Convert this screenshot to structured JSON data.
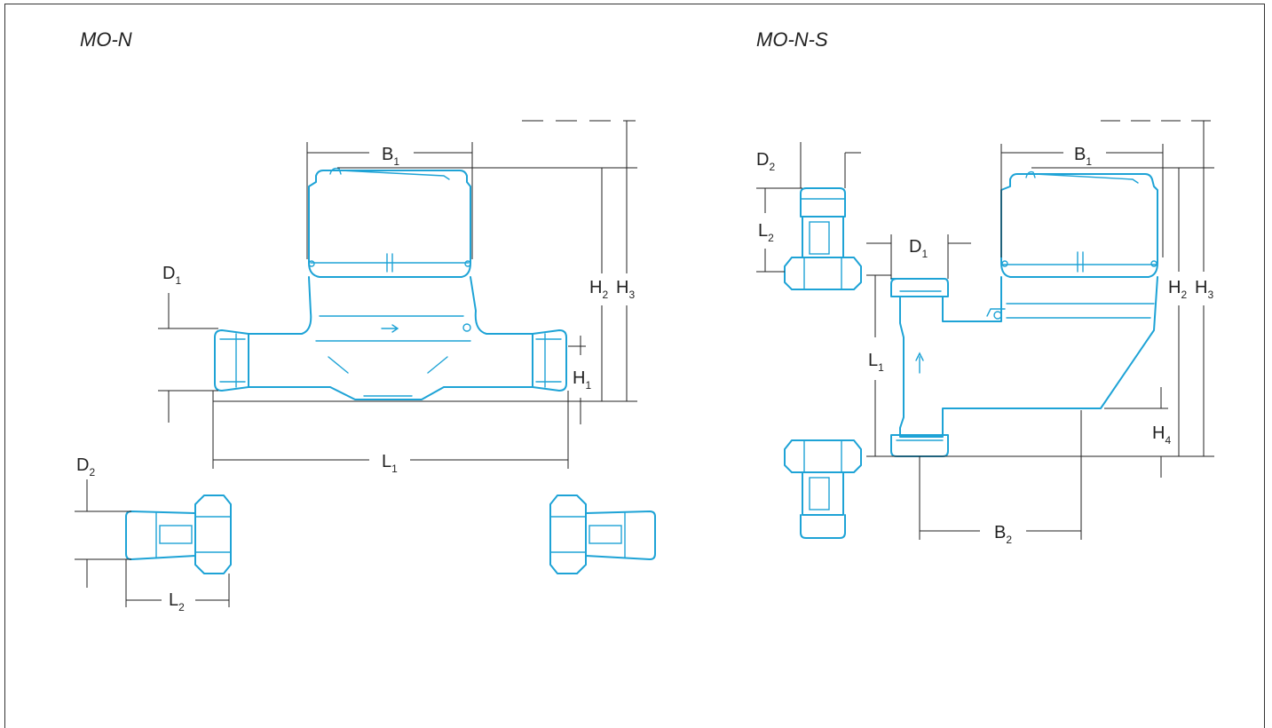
{
  "titles": {
    "left": "MO-N",
    "right": "MO-N-S"
  },
  "left": {
    "B": "B",
    "B_sub": "1",
    "D1": "D",
    "D1_sub": "1",
    "D2": "D",
    "D2_sub": "2",
    "H1": "H",
    "H1_sub": "1",
    "H2": "H",
    "H2_sub": "2",
    "H3": "H",
    "H3_sub": "3",
    "L1": "L",
    "L1_sub": "1",
    "L2": "L",
    "L2_sub": "2"
  },
  "right": {
    "B1": "B",
    "B1_sub": "1",
    "B2": "B",
    "B2_sub": "2",
    "D1": "D",
    "D1_sub": "1",
    "D2": "D",
    "D2_sub": "2",
    "H2": "H",
    "H2_sub": "2",
    "H3": "H",
    "H3_sub": "3",
    "H4": "H",
    "H4_sub": "4",
    "L1": "L",
    "L1_sub": "1",
    "L2": "L",
    "L2_sub": "2"
  },
  "colors": {
    "outline": "#1ea3d6",
    "dimension": "#222222"
  }
}
